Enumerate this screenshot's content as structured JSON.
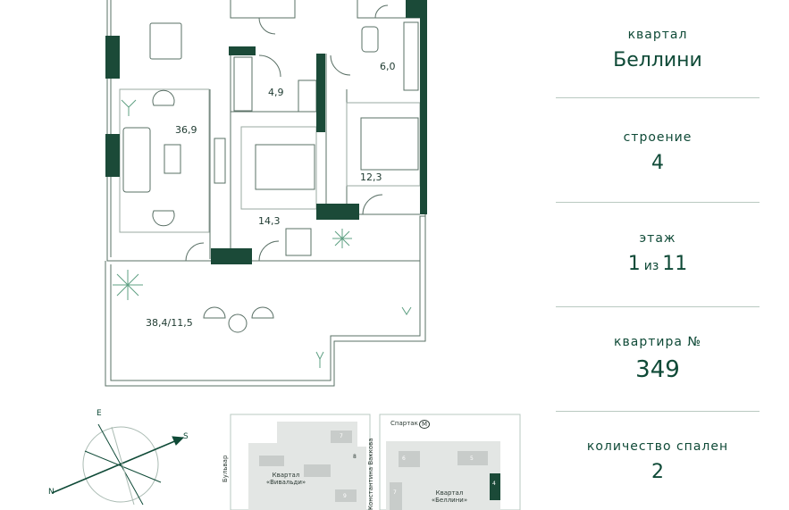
{
  "plan": {
    "rooms": {
      "living": "36,9",
      "hall": "4,9",
      "bath": "6,0",
      "bedroom_right": "12,3",
      "bedroom_left": "14,3",
      "terrace": "38,4/11,5"
    }
  },
  "compass": {
    "n": "N",
    "e": "E",
    "s": "S"
  },
  "site_map": {
    "station": "Спартак",
    "metro_symbol": "М",
    "street_left": "Бульвар",
    "street_mid": "Константина Ваккова",
    "block_vivaldi": "Квартал «Вивальди»",
    "block_bellini": "Квартал «Беллини»",
    "numbers": [
      "7",
      "8",
      "9",
      "6",
      "5",
      "7",
      "4"
    ]
  },
  "info": {
    "quarter_label": "квартал",
    "quarter_value": "Беллини",
    "building_label": "строение",
    "building_value": "4",
    "floor_label": "этаж",
    "floor_value": "1",
    "floor_of": "из",
    "floor_total": "11",
    "apartment_label": "квартира №",
    "apartment_value": "349",
    "bedrooms_label": "количество спален",
    "bedrooms_value": "2"
  },
  "colors": {
    "accent": "#0f4a37",
    "wall": "#1b4a38",
    "divider": "#b9c9c1"
  }
}
